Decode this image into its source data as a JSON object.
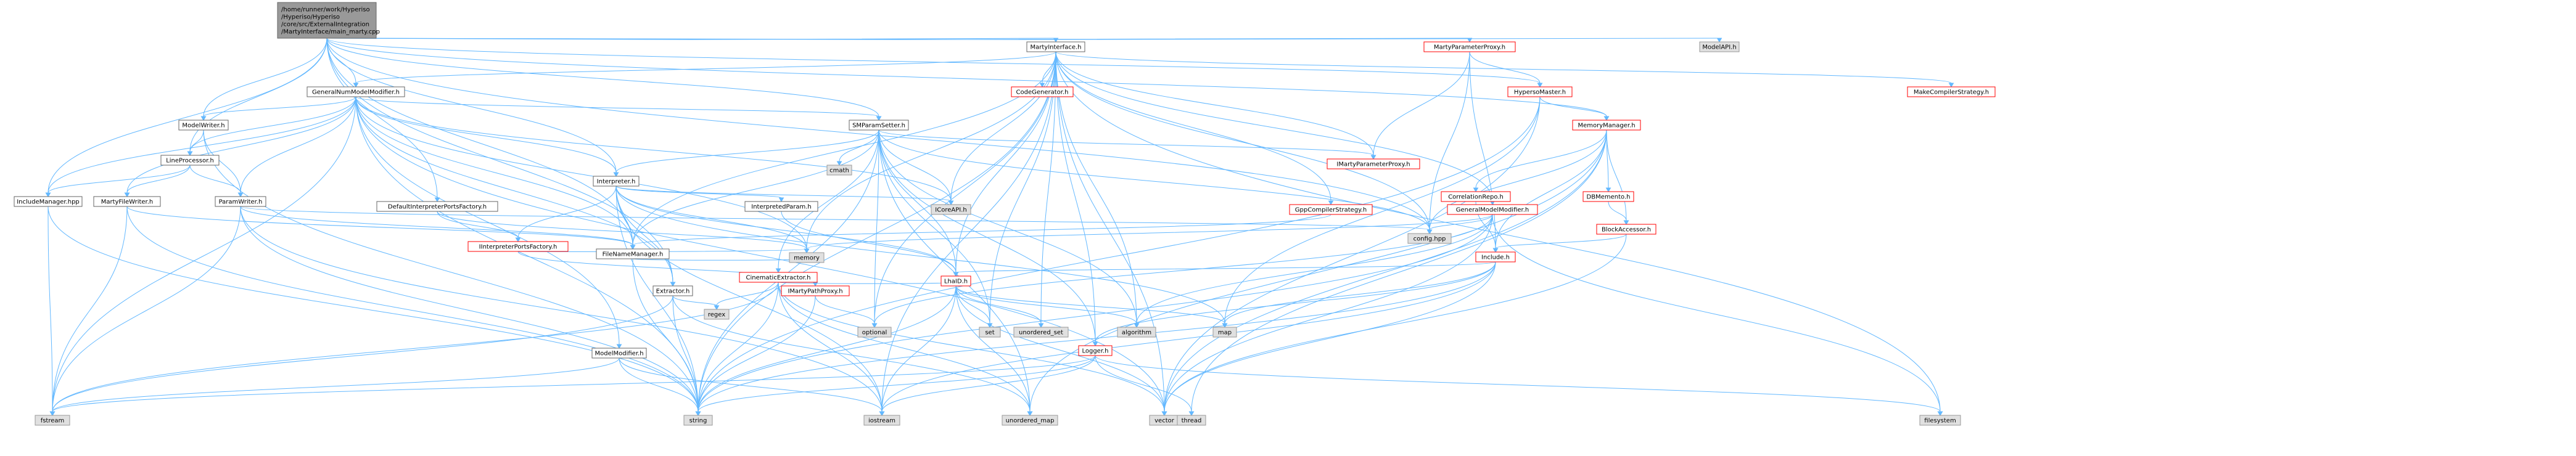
{
  "colors": {
    "root_fill": "#999999",
    "root_stroke": "#666666",
    "local_fill": "#ffffff",
    "local_stroke": "#666666",
    "local_text": "#000000",
    "truncated_stroke": "#ff0000",
    "system_fill": "#e0e0e0",
    "system_stroke": "#999999",
    "edge": "#63b8ff"
  },
  "nodes": [
    {
      "id": "root",
      "label": "/home/runner/work/Hyperiso\n/Hyperiso/Hyperiso\n/core/src/ExternalIntegration\n/MartyInterface/main_marty.cpp",
      "kind": "root"
    },
    {
      "id": "MartyInterface",
      "label": "MartyInterface.h",
      "kind": "local"
    },
    {
      "id": "MartyParameterProxy",
      "label": "MartyParameterProxy.h",
      "kind": "truncated"
    },
    {
      "id": "ModelAPI",
      "label": "ModelAPI.h",
      "kind": "system"
    },
    {
      "id": "GeneralNumModelModifier",
      "label": "GeneralNumModelModifier.h",
      "kind": "local"
    },
    {
      "id": "CodeGenerator",
      "label": "CodeGenerator.h",
      "kind": "truncated"
    },
    {
      "id": "HypersoMaster",
      "label": "HypersoMaster.h",
      "kind": "truncated"
    },
    {
      "id": "MakeCompilerStrategy",
      "label": "MakeCompilerStrategy.h",
      "kind": "truncated"
    },
    {
      "id": "ModelWriter",
      "label": "ModelWriter.h",
      "kind": "local"
    },
    {
      "id": "SMParamSetter",
      "label": "SMParamSetter.h",
      "kind": "local"
    },
    {
      "id": "MemoryManager",
      "label": "MemoryManager.h",
      "kind": "truncated"
    },
    {
      "id": "LineProcessor",
      "label": "LineProcessor.h",
      "kind": "local"
    },
    {
      "id": "Interpreter",
      "label": "Interpreter.h",
      "kind": "local"
    },
    {
      "id": "cmath",
      "label": "cmath",
      "kind": "system"
    },
    {
      "id": "IMartyParameterProxy",
      "label": "IMartyParameterProxy.h",
      "kind": "truncated"
    },
    {
      "id": "CorrelationRepo",
      "label": "CorrelationRepo.h",
      "kind": "truncated"
    },
    {
      "id": "DBMemento",
      "label": "DBMemento.h",
      "kind": "truncated"
    },
    {
      "id": "IncludeManager",
      "label": "IncludeManager.hpp",
      "kind": "local"
    },
    {
      "id": "MartyFileWriter",
      "label": "MartyFileWriter.h",
      "kind": "local"
    },
    {
      "id": "ParamWriter",
      "label": "ParamWriter.h",
      "kind": "local"
    },
    {
      "id": "DefaultInterpreterPortsFactory",
      "label": "DefaultInterpreterPortsFactory.h",
      "kind": "local"
    },
    {
      "id": "InterpretedParam",
      "label": "InterpretedParam.h",
      "kind": "local"
    },
    {
      "id": "ICoreAPI",
      "label": "ICoreAPI.h",
      "kind": "system"
    },
    {
      "id": "GppCompilerStrategy",
      "label": "GppCompilerStrategy.h",
      "kind": "truncated"
    },
    {
      "id": "GeneralModelModifier",
      "label": "GeneralModelModifier.h",
      "kind": "truncated"
    },
    {
      "id": "BlockAccessor",
      "label": "BlockAccessor.h",
      "kind": "truncated"
    },
    {
      "id": "configHpp",
      "label": "config.hpp",
      "kind": "system"
    },
    {
      "id": "InterpreterPortsFactory",
      "label": "IInterpreterPortsFactory.h",
      "kind": "truncated"
    },
    {
      "id": "FileNameManager",
      "label": "FileNameManager.h",
      "kind": "local"
    },
    {
      "id": "Include",
      "label": "Include.h",
      "kind": "truncated"
    },
    {
      "id": "memory",
      "label": "memory",
      "kind": "system"
    },
    {
      "id": "IMartyPathProxy",
      "label": "IMartyPathProxy.h",
      "kind": "truncated"
    },
    {
      "id": "Extractor",
      "label": "Extractor.h",
      "kind": "local"
    },
    {
      "id": "CinematicExtractor",
      "label": "CinematicExtractor.h",
      "kind": "truncated"
    },
    {
      "id": "LhaID",
      "label": "LhaID.h",
      "kind": "truncated"
    },
    {
      "id": "regex",
      "label": "regex",
      "kind": "system"
    },
    {
      "id": "optional",
      "label": "optional",
      "kind": "system"
    },
    {
      "id": "ModelModifier",
      "label": "ModelModifier.h",
      "kind": "local"
    },
    {
      "id": "set",
      "label": "set",
      "kind": "system"
    },
    {
      "id": "unordered_set",
      "label": "unordered_set",
      "kind": "system"
    },
    {
      "id": "algorithm",
      "label": "algorithm",
      "kind": "system"
    },
    {
      "id": "map",
      "label": "map",
      "kind": "system"
    },
    {
      "id": "Logger",
      "label": "Logger.h",
      "kind": "truncated"
    },
    {
      "id": "fstream",
      "label": "fstream",
      "kind": "system"
    },
    {
      "id": "string",
      "label": "string",
      "kind": "system"
    },
    {
      "id": "iostream",
      "label": "iostream",
      "kind": "system"
    },
    {
      "id": "unordered_map",
      "label": "unordered_map",
      "kind": "system"
    },
    {
      "id": "vector",
      "label": "vector",
      "kind": "system"
    },
    {
      "id": "thread",
      "label": "thread",
      "kind": "system"
    },
    {
      "id": "filesystem",
      "label": "filesystem",
      "kind": "system"
    }
  ],
  "edges": [
    [
      "root",
      "MartyInterface"
    ],
    [
      "root",
      "MartyParameterProxy"
    ],
    [
      "root",
      "ModelAPI"
    ],
    [
      "root",
      "GeneralNumModelModifier"
    ],
    [
      "root",
      "HypersoMaster"
    ],
    [
      "root",
      "MemoryManager"
    ],
    [
      "root",
      "ModelWriter"
    ],
    [
      "root",
      "SMParamSetter"
    ],
    [
      "root",
      "Interpreter"
    ],
    [
      "root",
      "IncludeManager"
    ],
    [
      "root",
      "LineProcessor"
    ],
    [
      "root",
      "DefaultInterpreterPortsFactory"
    ],
    [
      "root",
      "FileNameManager"
    ],
    [
      "root",
      "Extractor"
    ],
    [
      "root",
      "configHpp"
    ],
    [
      "MartyInterface",
      "GeneralNumModelModifier"
    ],
    [
      "MartyInterface",
      "CodeGenerator"
    ],
    [
      "MartyInterface",
      "MakeCompilerStrategy"
    ],
    [
      "MartyInterface",
      "IMartyParameterProxy"
    ],
    [
      "MartyInterface",
      "GppCompilerStrategy"
    ],
    [
      "MartyInterface",
      "GeneralModelModifier"
    ],
    [
      "MartyInterface",
      "ICoreAPI"
    ],
    [
      "MartyInterface",
      "configHpp"
    ],
    [
      "MartyInterface",
      "FileNameManager"
    ],
    [
      "MartyInterface",
      "LhaID"
    ],
    [
      "MartyInterface",
      "Logger"
    ],
    [
      "MartyInterface",
      "memory"
    ],
    [
      "MartyInterface",
      "optional"
    ],
    [
      "MartyInterface",
      "set"
    ],
    [
      "MartyInterface",
      "unordered_set"
    ],
    [
      "MartyInterface",
      "algorithm"
    ],
    [
      "MartyInterface",
      "string"
    ],
    [
      "MartyInterface",
      "vector"
    ],
    [
      "MartyInterface",
      "filesystem"
    ],
    [
      "MartyInterface",
      "iostream"
    ],
    [
      "MartyParameterProxy",
      "IMartyParameterProxy"
    ],
    [
      "MartyParameterProxy",
      "Include"
    ],
    [
      "MartyParameterProxy",
      "configHpp"
    ],
    [
      "MartyParameterProxy",
      "HypersoMaster"
    ],
    [
      "GeneralNumModelModifier",
      "ModelWriter"
    ],
    [
      "GeneralNumModelModifier",
      "SMParamSetter"
    ],
    [
      "GeneralNumModelModifier",
      "Interpreter"
    ],
    [
      "GeneralNumModelModifier",
      "IncludeManager"
    ],
    [
      "GeneralNumModelModifier",
      "LineProcessor"
    ],
    [
      "GeneralNumModelModifier",
      "MartyFileWriter"
    ],
    [
      "GeneralNumModelModifier",
      "ParamWriter"
    ],
    [
      "GeneralNumModelModifier",
      "Extractor"
    ],
    [
      "GeneralNumModelModifier",
      "ModelModifier"
    ],
    [
      "GeneralNumModelModifier",
      "ICoreAPI"
    ],
    [
      "GeneralNumModelModifier",
      "FileNameManager"
    ],
    [
      "GeneralNumModelModifier",
      "string"
    ],
    [
      "GeneralNumModelModifier",
      "fstream"
    ],
    [
      "GeneralNumModelModifier",
      "vector"
    ],
    [
      "GeneralNumModelModifier",
      "memory"
    ],
    [
      "HypersoMaster",
      "MemoryManager"
    ],
    [
      "HypersoMaster",
      "map"
    ],
    [
      "HypersoMaster",
      "vector"
    ],
    [
      "HypersoMaster",
      "string"
    ],
    [
      "MemoryManager",
      "CorrelationRepo"
    ],
    [
      "MemoryManager",
      "DBMemento"
    ],
    [
      "MemoryManager",
      "BlockAccessor"
    ],
    [
      "MemoryManager",
      "configHpp"
    ],
    [
      "MemoryManager",
      "Include"
    ],
    [
      "MemoryManager",
      "thread"
    ],
    [
      "MemoryManager",
      "unordered_map"
    ],
    [
      "MemoryManager",
      "vector"
    ],
    [
      "DBMemento",
      "BlockAccessor"
    ],
    [
      "CorrelationRepo",
      "Include"
    ],
    [
      "BlockAccessor",
      "Include"
    ],
    [
      "BlockAccessor",
      "vector"
    ],
    [
      "ModelWriter",
      "LineProcessor"
    ],
    [
      "ModelWriter",
      "ParamWriter"
    ],
    [
      "ModelWriter",
      "string"
    ],
    [
      "LineProcessor",
      "IncludeManager"
    ],
    [
      "LineProcessor",
      "MartyFileWriter"
    ],
    [
      "LineProcessor",
      "ParamWriter"
    ],
    [
      "IncludeManager",
      "fstream"
    ],
    [
      "IncludeManager",
      "string"
    ],
    [
      "MartyFileWriter",
      "FileNameManager"
    ],
    [
      "MartyFileWriter",
      "fstream"
    ],
    [
      "MartyFileWriter",
      "string"
    ],
    [
      "ParamWriter",
      "FileNameManager"
    ],
    [
      "ParamWriter",
      "configHpp"
    ],
    [
      "ParamWriter",
      "fstream"
    ],
    [
      "ParamWriter",
      "string"
    ],
    [
      "ParamWriter",
      "iostream"
    ],
    [
      "SMParamSetter",
      "Interpreter"
    ],
    [
      "SMParamSetter",
      "cmath"
    ],
    [
      "SMParamSetter",
      "IMartyParameterProxy"
    ],
    [
      "SMParamSetter",
      "ICoreAPI"
    ],
    [
      "SMParamSetter",
      "CinematicExtractor"
    ],
    [
      "SMParamSetter",
      "LhaID"
    ],
    [
      "SMParamSetter",
      "configHpp"
    ],
    [
      "SMParamSetter",
      "FileNameManager"
    ],
    [
      "SMParamSetter",
      "Logger"
    ],
    [
      "SMParamSetter",
      "optional"
    ],
    [
      "SMParamSetter",
      "set"
    ],
    [
      "SMParamSetter",
      "string"
    ],
    [
      "SMParamSetter",
      "algorithm"
    ],
    [
      "SMParamSetter",
      "unordered_map"
    ],
    [
      "Interpreter",
      "InterpretedParam"
    ],
    [
      "Interpreter",
      "InterpreterPortsFactory"
    ],
    [
      "Interpreter",
      "FileNameManager"
    ],
    [
      "Interpreter",
      "Extractor"
    ],
    [
      "Interpreter",
      "ICoreAPI"
    ],
    [
      "Interpreter",
      "LhaID"
    ],
    [
      "Interpreter",
      "memory"
    ],
    [
      "Interpreter",
      "string"
    ],
    [
      "Interpreter",
      "map"
    ],
    [
      "Interpreter",
      "iostream"
    ],
    [
      "DefaultInterpreterPortsFactory",
      "InterpreterPortsFactory"
    ],
    [
      "DefaultInterpreterPortsFactory",
      "memory"
    ],
    [
      "InterpreterPortsFactory",
      "IMartyPathProxy"
    ],
    [
      "InterpreterPortsFactory",
      "memory"
    ],
    [
      "InterpretedParam",
      "LhaID"
    ],
    [
      "GppCompilerStrategy",
      "FileNameManager"
    ],
    [
      "GeneralModelModifier",
      "memory"
    ],
    [
      "GeneralModelModifier",
      "optional"
    ],
    [
      "GeneralModelModifier",
      "algorithm"
    ],
    [
      "GeneralModelModifier",
      "vector"
    ],
    [
      "GeneralModelModifier",
      "string"
    ],
    [
      "GeneralModelModifier",
      "filesystem"
    ],
    [
      "GeneralModelModifier",
      "configHpp"
    ],
    [
      "FileNameManager",
      "memory"
    ],
    [
      "FileNameManager",
      "string"
    ],
    [
      "IMartyPathProxy",
      "optional"
    ],
    [
      "IMartyPathProxy",
      "string"
    ],
    [
      "Include",
      "LhaID"
    ],
    [
      "Include",
      "Logger"
    ],
    [
      "Include",
      "map"
    ],
    [
      "Include",
      "string"
    ],
    [
      "Include",
      "vector"
    ],
    [
      "Include",
      "iostream"
    ],
    [
      "Extractor",
      "regex"
    ],
    [
      "Extractor",
      "string"
    ],
    [
      "Extractor",
      "fstream"
    ],
    [
      "Extractor",
      "unordered_map"
    ],
    [
      "CinematicExtractor",
      "LhaID"
    ],
    [
      "CinematicExtractor",
      "regex"
    ],
    [
      "CinematicExtractor",
      "string"
    ],
    [
      "CinematicExtractor",
      "fstream"
    ],
    [
      "CinematicExtractor",
      "unordered_map"
    ],
    [
      "CinematicExtractor",
      "vector"
    ],
    [
      "CinematicExtractor",
      "iostream"
    ],
    [
      "LhaID",
      "set"
    ],
    [
      "LhaID",
      "unordered_set"
    ],
    [
      "LhaID",
      "algorithm"
    ],
    [
      "LhaID",
      "map"
    ],
    [
      "LhaID",
      "string"
    ],
    [
      "LhaID",
      "unordered_map"
    ],
    [
      "LhaID",
      "iostream"
    ],
    [
      "LhaID",
      "vector"
    ],
    [
      "ModelModifier",
      "string"
    ],
    [
      "ModelModifier",
      "fstream"
    ],
    [
      "ModelModifier",
      "iostream"
    ],
    [
      "Logger",
      "fstream"
    ],
    [
      "Logger",
      "string"
    ],
    [
      "Logger",
      "iostream"
    ],
    [
      "Logger",
      "thread"
    ],
    [
      "Logger",
      "filesystem"
    ]
  ]
}
